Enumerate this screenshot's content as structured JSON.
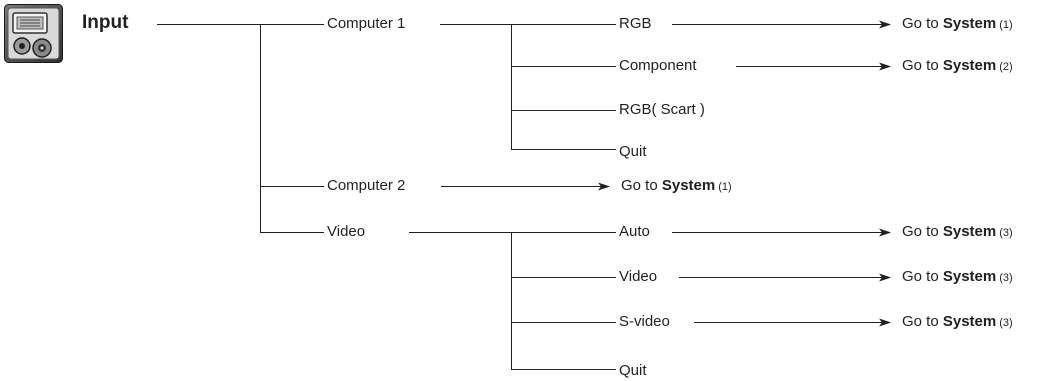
{
  "title": "Input",
  "icon": "input-menu-icon",
  "goto": {
    "prefix": "Go to",
    "target": "System"
  },
  "level1": {
    "computer1": "Computer 1",
    "computer2": "Computer 2",
    "video": "Video"
  },
  "computer1_items": {
    "rgb": "RGB",
    "component": "Component",
    "rgb_scart": "RGB( Scart )",
    "quit": "Quit"
  },
  "video_items": {
    "auto": "Auto",
    "video": "Video",
    "svideo": "S-video",
    "quit": "Quit"
  },
  "refs": {
    "rgb": "(1)",
    "component": "(2)",
    "computer2": "(1)",
    "auto": "(3)",
    "video": "(3)",
    "svideo": "(3)"
  }
}
